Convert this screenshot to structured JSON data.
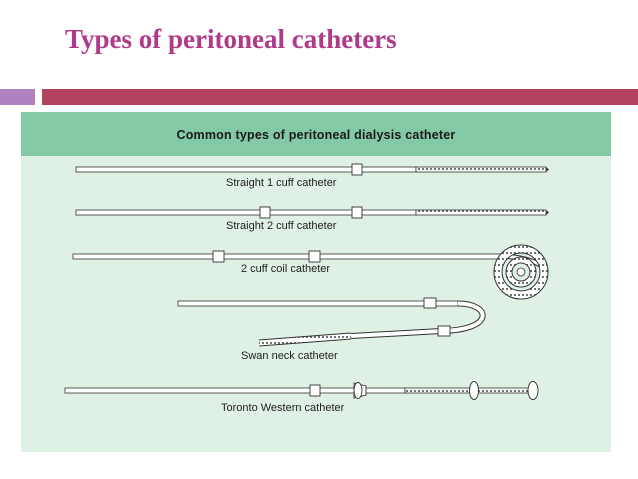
{
  "slide": {
    "title": "Types of peritoneal catheters"
  },
  "figure": {
    "heading": "Common types of peritoneal dialysis catheter",
    "catheters": [
      {
        "label": "Straight 1 cuff catheter"
      },
      {
        "label": "Straight 2 cuff catheter"
      },
      {
        "label": "2 cuff coil catheter"
      },
      {
        "label": "Swan neck catheter"
      },
      {
        "label": "Toronto Western catheter"
      }
    ]
  },
  "colors": {
    "title": "#b03a8a",
    "accent_left": "#b080c0",
    "accent_right": "#b0425e",
    "figure_bg": "#dff0e4",
    "figure_header": "#84c9a6"
  }
}
